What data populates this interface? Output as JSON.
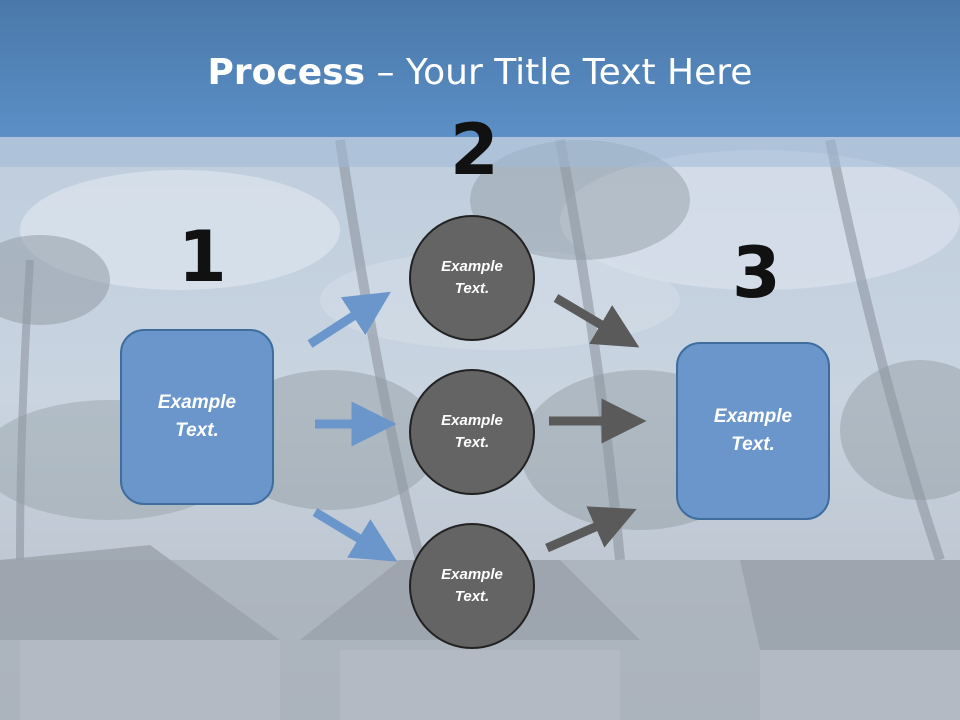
{
  "title": {
    "bold": "Process",
    "rest": " – Your Title Text Here"
  },
  "steps": {
    "one": {
      "number": "1",
      "text": "Example Text."
    },
    "two": {
      "number": "2"
    },
    "three": {
      "number": "3",
      "text": "Example Text."
    }
  },
  "circles": [
    {
      "text": "Example Text."
    },
    {
      "text": "Example Text."
    },
    {
      "text": "Example Text."
    }
  ],
  "colors": {
    "title_bar": "#5b8fc6",
    "box_fill": "#6a96cc",
    "circle_fill": "#646464",
    "blue_arrow": "#6a96cc",
    "gray_arrow": "#5a5a5a"
  }
}
